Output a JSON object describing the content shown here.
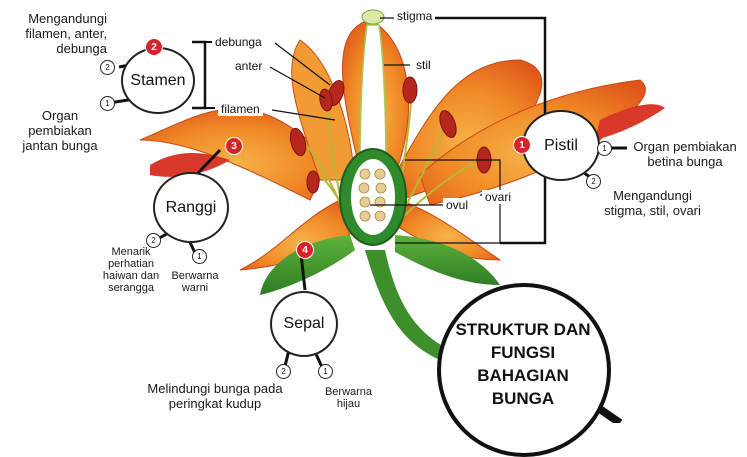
{
  "title": "STRUKTUR DAN FUNGSI BAHAGIAN BUNGA",
  "parts": {
    "stamen": {
      "num": "2",
      "name": "Stamen",
      "fact2": "Mengandungi filamen, anter, debunga",
      "fact1": "Organ pembiakan jantan bunga",
      "sub2": "2",
      "sub1": "1"
    },
    "ranggi": {
      "num": "3",
      "name": "Ranggi",
      "fact2": "Menarik perhatian haiwan dan serangga",
      "fact1": "Berwarna warni",
      "sub2": "2",
      "sub1": "1"
    },
    "sepal": {
      "num": "4",
      "name": "Sepal",
      "fact2": "Melindungi bunga pada peringkat kudup",
      "fact1": "Berwarna hijau",
      "sub2": "2",
      "sub1": "1"
    },
    "pistil": {
      "num": "1",
      "name": "Pistil",
      "fact1": "Organ pembiakan betina bunga",
      "fact2": "Mengandungi stigma, stil, ovari",
      "sub1": "1",
      "sub2": "2"
    }
  },
  "labels": {
    "debunga": "debunga",
    "anter": "anter",
    "filamen": "filamen",
    "stigma": "stigma",
    "stil": "stil",
    "ovul": "ovul",
    "ovari": "ovari"
  }
}
